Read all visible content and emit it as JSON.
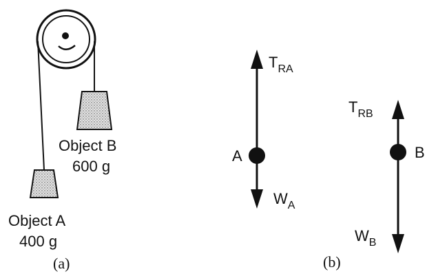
{
  "figure_a": {
    "caption": "(a)",
    "object_a": {
      "name": "Object A",
      "mass": "400 g"
    },
    "object_b": {
      "name": "Object B",
      "mass": "600 g"
    }
  },
  "figure_b": {
    "caption": "(b)",
    "body_a": {
      "label": "A",
      "tension_main": "T",
      "tension_sub": "RA",
      "weight_main": "W",
      "weight_sub": "A"
    },
    "body_b": {
      "label": "B",
      "tension_main": "T",
      "tension_sub": "RB",
      "weight_main": "W",
      "weight_sub": "B"
    }
  },
  "colors": {
    "ink": "#111111",
    "block_fill": "#d8d8d8",
    "background": "#ffffff"
  }
}
